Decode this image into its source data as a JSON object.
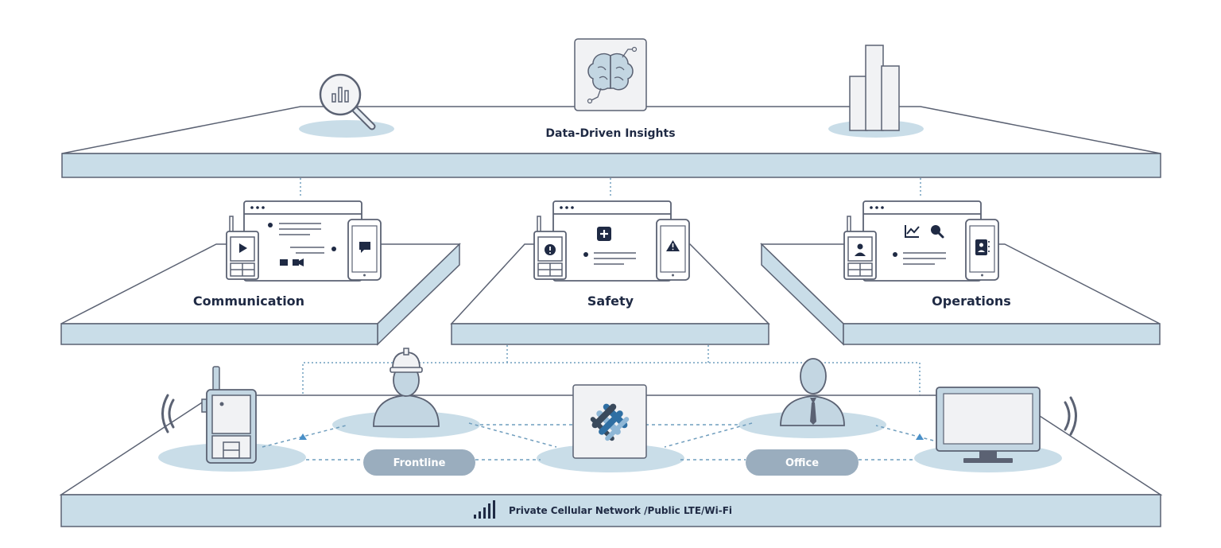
{
  "layers": {
    "insights": {
      "label": "Data-Driven Insights"
    },
    "pillars": [
      {
        "label": "Communication"
      },
      {
        "label": "Safety"
      },
      {
        "label": "Operations"
      }
    ],
    "network": {
      "label": "Private Cellular Network /Public LTE/Wi-Fi"
    }
  },
  "nodes": {
    "frontline_pill": "Frontline",
    "office_pill": "Office"
  },
  "icons": [
    "magnifier-chart-icon",
    "ai-brain-icon",
    "bar-chart-icon",
    "radio-device-icon",
    "browser-window-icon",
    "smartphone-icon",
    "frontline-worker-icon",
    "office-worker-icon",
    "hub-logo-icon",
    "desktop-monitor-icon",
    "signal-bars-icon",
    "wireless-waves-icon"
  ],
  "colors": {
    "surface_fill": "#ffffff",
    "slab_fill": "#c9dde8",
    "outline": "#5b6273",
    "dark_text": "#1f2a44",
    "icon_fill": "#c3d6e2",
    "pill_fill": "#9aadbe",
    "dotted_link": "#6f9dbd",
    "triangle_marker": "#4a90c8",
    "logo_blue": "#2f6fa3",
    "logo_light": "#8fb7d6",
    "logo_dark": "#3a4a5c"
  }
}
